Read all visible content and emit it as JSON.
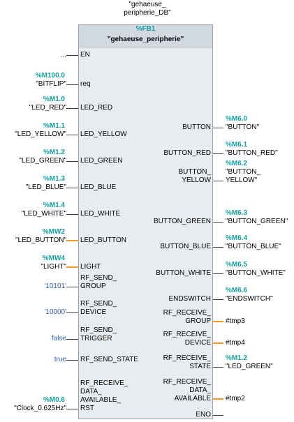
{
  "instance_db": {
    "line1": "\"gehaeuse_",
    "line2": "peripherie_DB\""
  },
  "block": {
    "number": "%FB1",
    "name": "\"gehaeuse_peripherie\""
  },
  "inputs": [
    {
      "pin": "EN",
      "address": "",
      "tag": "...",
      "kind": "bool"
    },
    {
      "pin": "req",
      "address": "%M100.0",
      "tag": "\"BITFLIP\"",
      "kind": "bool"
    },
    {
      "pin": "LED_RED",
      "address": "%M1.0",
      "tag": "\"LED_RED\"",
      "kind": "bool"
    },
    {
      "pin": "LED_YELLOW",
      "address": "%M1.1",
      "tag": "\"LED_YELLOW\"",
      "kind": "bool"
    },
    {
      "pin": "LED_GREEN",
      "address": "%M1.2",
      "tag": "\"LED_GREEN\"",
      "kind": "bool"
    },
    {
      "pin": "LED_BLUE",
      "address": "%M1.3",
      "tag": "\"LED_BLUE\"",
      "kind": "bool"
    },
    {
      "pin": "LED_WHITE",
      "address": "%M1.4",
      "tag": "\"LED_WHITE\"",
      "kind": "bool"
    },
    {
      "pin": "LED_BUTTON",
      "address": "%MW2",
      "tag": "\"LED_BUTTON\"",
      "kind": "word"
    },
    {
      "pin": "LIGHT",
      "address": "%MW4",
      "tag": "\"LIGHT\"",
      "kind": "word"
    },
    {
      "pin": "RF_SEND_GROUP",
      "pin_lines": [
        "RF_SEND_",
        "GROUP"
      ],
      "address": "",
      "tag": "'10101'",
      "kind": "const"
    },
    {
      "pin": "RF_SEND_DEVICE",
      "pin_lines": [
        "RF_SEND_",
        "DEVICE"
      ],
      "address": "",
      "tag": "'10000'",
      "kind": "const"
    },
    {
      "pin": "RF_SEND_TRIGGER",
      "pin_lines": [
        "RF_SEND_",
        "TRIGGER"
      ],
      "address": "",
      "tag": "false",
      "kind": "constbool"
    },
    {
      "pin": "RF_SEND_STATE",
      "address": "",
      "tag": "true",
      "kind": "constbool"
    },
    {
      "pin": "RF_RECEIVE_DATA_AVAILABLE_RST",
      "pin_lines": [
        "RF_RECEIVE_",
        "DATA_",
        "AVAILABLE_",
        "RST"
      ],
      "address": "%M0.6",
      "tag": "\"Clock_0.625Hz\"",
      "kind": "bool"
    }
  ],
  "outputs": [
    {
      "pin": "BUTTON",
      "address": "%M6.0",
      "tag": "\"BUTTON\"",
      "kind": "bool"
    },
    {
      "pin": "BUTTON_RED",
      "address": "%M6.1",
      "tag": "\"BUTTON_RED\"",
      "kind": "bool"
    },
    {
      "pin": "BUTTON_YELLOW",
      "pin_lines": [
        "BUTTON_",
        "YELLOW"
      ],
      "address": "%M6.2",
      "tag_lines": [
        "\"BUTTON_",
        "YELLOW\""
      ],
      "kind": "bool"
    },
    {
      "pin": "BUTTON_GREEN",
      "address": "%M6.3",
      "tag": "\"BUTTON_GREEN\"",
      "kind": "bool"
    },
    {
      "pin": "BUTTON_BLUE",
      "address": "%M6.4",
      "tag": "\"BUTTON_BLUE\"",
      "kind": "bool"
    },
    {
      "pin": "BUTTON_WHITE",
      "address": "%M6.5",
      "tag": "\"BUTTON_WHITE\"",
      "kind": "bool"
    },
    {
      "pin": "ENDSWITCH",
      "address": "%M6.6",
      "tag": "\"ENDSWITCH\"",
      "kind": "bool"
    },
    {
      "pin": "RF_RECEIVE_GROUP",
      "pin_lines": [
        "RF_RECEIVE_",
        "GROUP"
      ],
      "address": "",
      "tag": "#tmp3",
      "kind": "word"
    },
    {
      "pin": "RF_RECEIVE_DEVICE",
      "pin_lines": [
        "RF_RECEIVE_",
        "DEVICE"
      ],
      "address": "",
      "tag": "#tmp4",
      "kind": "word"
    },
    {
      "pin": "RF_RECEIVE_STATE",
      "pin_lines": [
        "RF_RECEIVE_",
        "STATE"
      ],
      "address": "%M1.2",
      "tag": "\"LED_GREEN\"",
      "kind": "bool"
    },
    {
      "pin": "RF_RECEIVE_DATA_AVAILABLE",
      "pin_lines": [
        "RF_RECEIVE_",
        "DATA_",
        "AVAILABLE"
      ],
      "address": "",
      "tag": "#tmp2",
      "kind": "word"
    },
    {
      "pin": "ENO",
      "address": "",
      "tag": "",
      "kind": "bool"
    }
  ],
  "colors": {
    "address": "#149e9e",
    "constant": "#2f5fa8",
    "word_wire": "#f29a1f",
    "bool_wire": "#3c3c3c",
    "block_fill": "#e9ecef",
    "block_header": "#d2d9e0"
  }
}
